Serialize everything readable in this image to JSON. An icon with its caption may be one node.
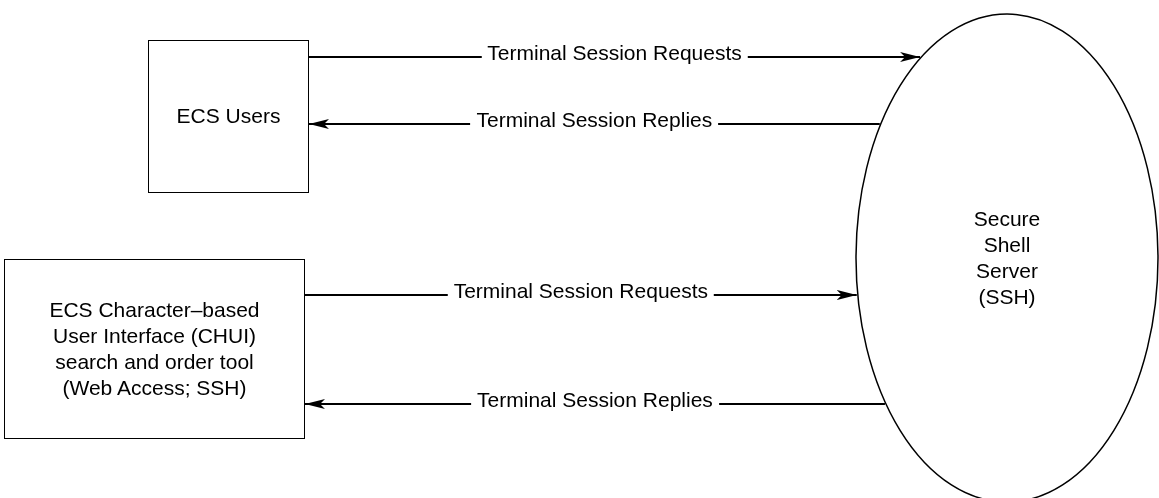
{
  "diagram": {
    "nodes": [
      {
        "text": [
          "ECS Users"
        ]
      },
      {
        "text": [
          "ECS Character–based User Interface (CHUI) search and order tool (Web Access; SSH)"
        ]
      },
      {
        "text": [
          "Secure Shell Server (SSH)"
        ]
      }
    ],
    "edges": [
      {
        "from": 0,
        "to": 2,
        "arrow": "to",
        "label": "Terminal Session Requests"
      },
      {
        "from": 2,
        "to": 0,
        "arrow": "to",
        "label": "Terminal Session Replies"
      },
      {
        "from": 1,
        "to": 2,
        "arrow": "to",
        "label": "Terminal Session Requests"
      },
      {
        "from": 2,
        "to": 1,
        "arrow": "to",
        "label": "Terminal Session Replies"
      }
    ]
  }
}
